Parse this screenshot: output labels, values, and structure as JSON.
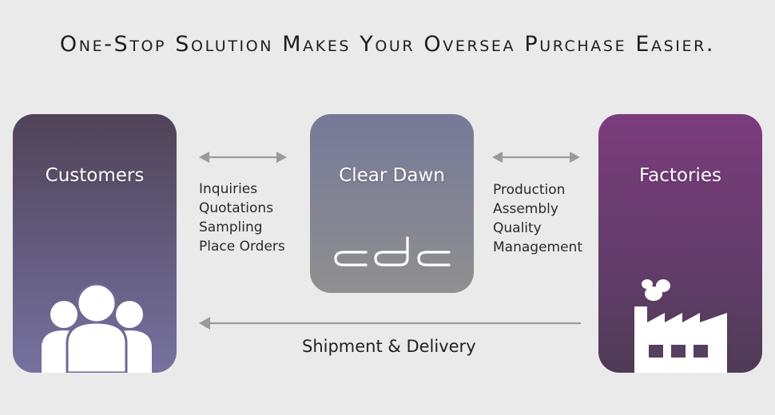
{
  "header": {
    "title": "One-Stop Solution Makes Your Oversea Purchase Easier."
  },
  "nodes": {
    "customers": {
      "label": "Customers",
      "icon": "people-icon"
    },
    "clear_dawn": {
      "label": "Clear Dawn",
      "icon": "cdc-logo"
    },
    "factories": {
      "label": "Factories",
      "icon": "factory-icon"
    }
  },
  "links": {
    "customer_services": [
      "Inquiries",
      "Quotations",
      "Sampling",
      "Place Orders"
    ],
    "factory_services": [
      "Production",
      "Assembly",
      "Quality",
      "Management"
    ],
    "delivery": "Shipment & Delivery"
  },
  "colors": {
    "background": "#eaeaea",
    "customers": "#645d80",
    "clear_dawn": "#858592",
    "factories": "#643d6c",
    "arrow": "#9a9a9a"
  }
}
